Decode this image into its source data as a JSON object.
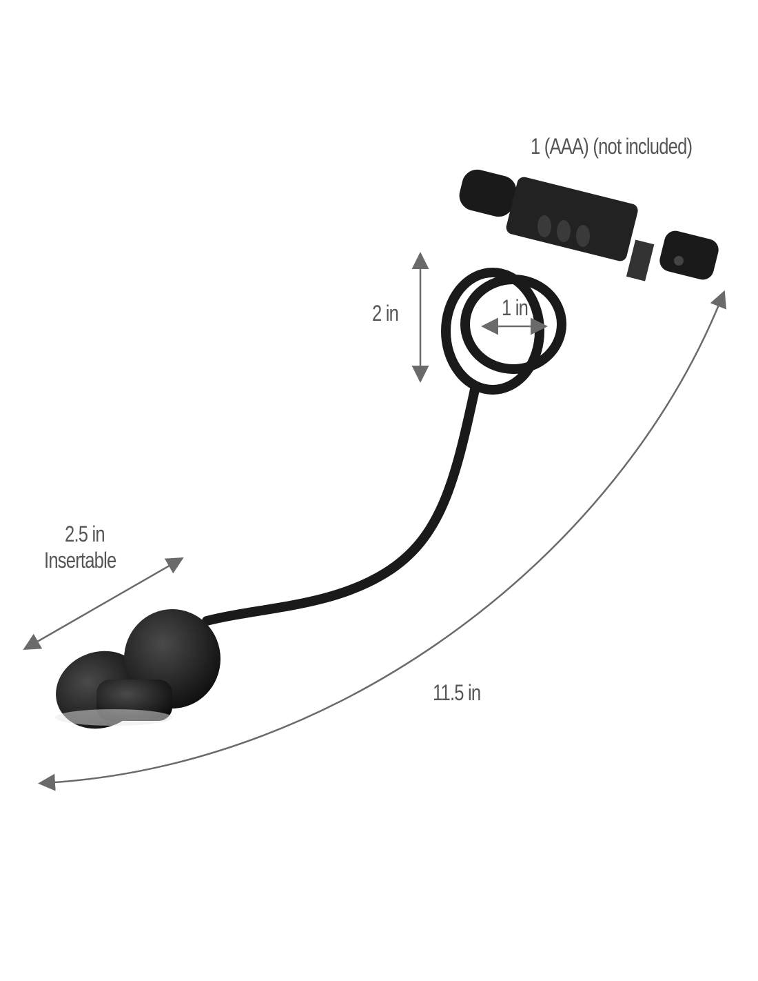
{
  "labels": {
    "battery": "1 (AAA) (not included)",
    "ring_height": "2 in",
    "ring_inner": "1 in",
    "insertable_length": "2.5 in",
    "insertable_word": "Insertable",
    "total_length": "11.5 in"
  },
  "colors": {
    "product": "#1a1a1a",
    "arrow": "#6a6a6a",
    "text": "#555555"
  }
}
